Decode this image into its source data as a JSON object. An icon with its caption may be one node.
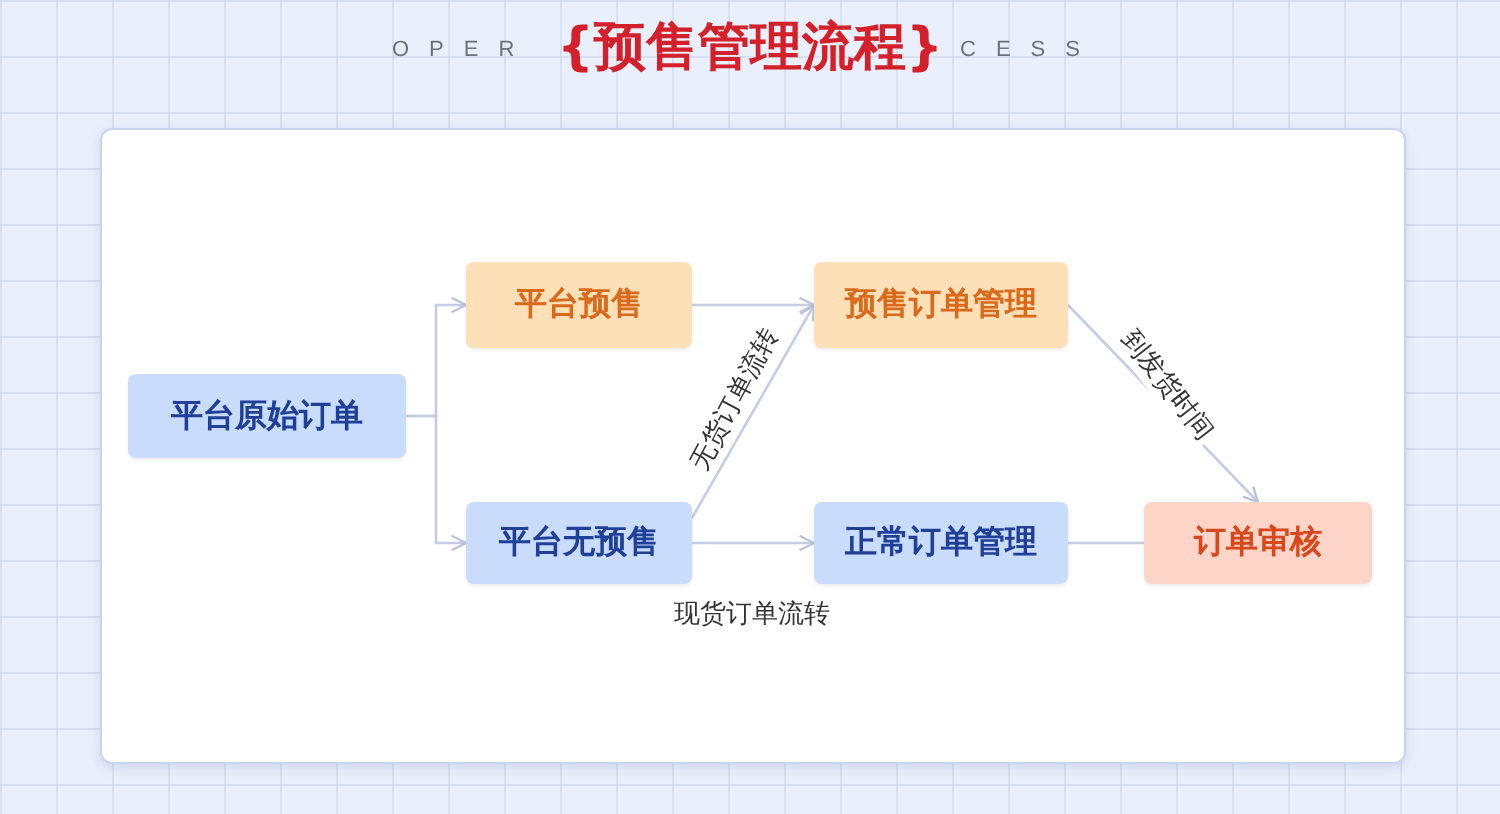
{
  "diagram": {
    "title": "{预售管理流程}",
    "nodes": [
      {
        "text": [
          "平台原始订单"
        ]
      },
      {
        "text": [
          "平台预售"
        ]
      },
      {
        "text": [
          "预售订单管理"
        ]
      },
      {
        "text": [
          "平台无预售"
        ]
      },
      {
        "text": [
          "正常订单管理"
        ]
      },
      {
        "text": [
          "订单审核"
        ]
      }
    ],
    "edges": [
      {
        "from": 0,
        "to": 1,
        "arrow": "to"
      },
      {
        "from": 0,
        "to": 3,
        "arrow": "to"
      },
      {
        "from": 1,
        "to": 2,
        "arrow": "to"
      },
      {
        "from": 3,
        "to": 2,
        "arrow": "to",
        "label": "无货订单流转"
      },
      {
        "from": 3,
        "to": 4,
        "arrow": "to",
        "label": "现货订单流转"
      },
      {
        "from": 2,
        "to": 5,
        "arrow": "to",
        "label": "到发货时间"
      },
      {
        "from": 4,
        "to": 5,
        "arrow": "none"
      }
    ],
    "labels": [
      "OPER",
      "CESS"
    ]
  }
}
